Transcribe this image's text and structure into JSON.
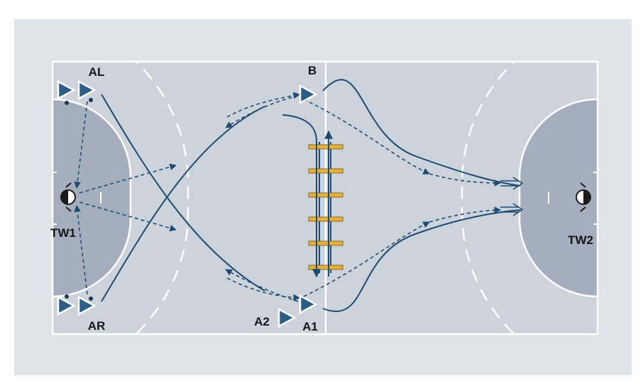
{
  "colors": {
    "panel": "#dfe4e8",
    "court": "#cdd3da",
    "goal_area": "#a5aebd",
    "line": "#ffffff",
    "path": "#1f4a73",
    "player_fill": "#2b5d86",
    "ladder": "#e3b13c"
  },
  "labels": {
    "al": "AL",
    "ar": "AR",
    "b": "B",
    "a1": "A1",
    "a2": "A2",
    "tw1": "TW1",
    "tw2": "TW2"
  },
  "icons": {
    "player": "triangle-player-icon",
    "goalkeeper": "goalkeeper-icon",
    "ball": "ball-icon",
    "ladder": "agility-ladder-icon"
  },
  "ladder_rungs": 6
}
